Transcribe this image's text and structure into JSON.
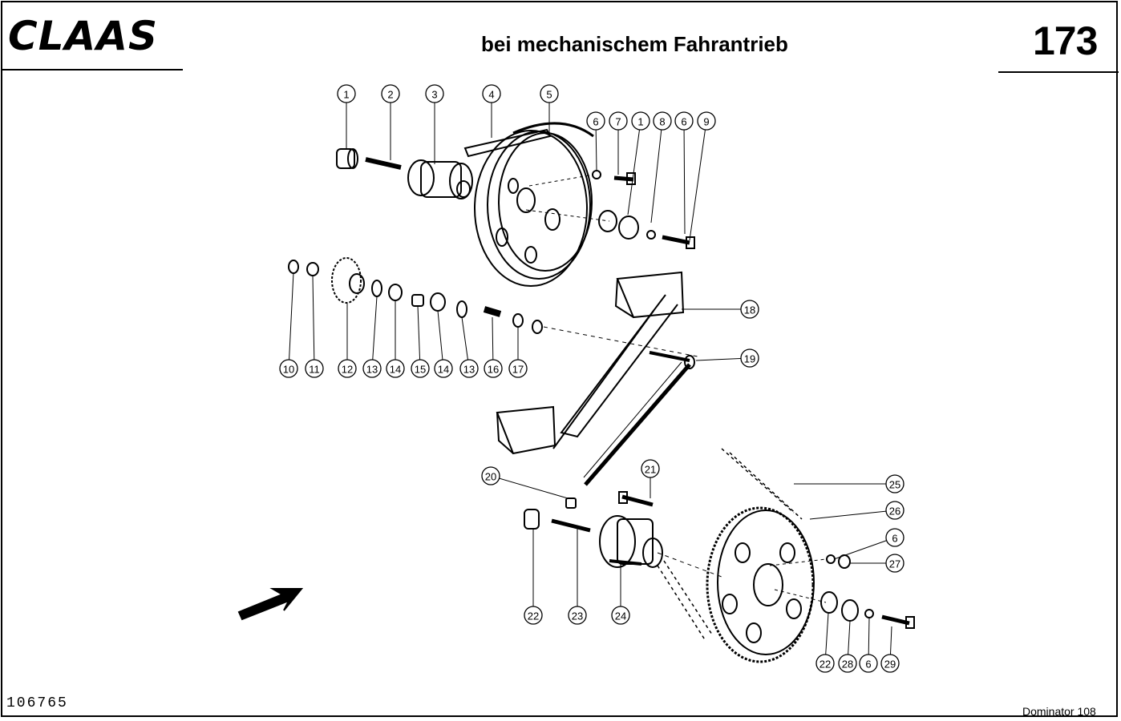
{
  "header": {
    "logo_text": "CLAAS",
    "title": "bei mechanischem Fahrantrieb",
    "page_number": "173"
  },
  "footer": {
    "doc_number": "106765",
    "model": "Dominator 108"
  },
  "callouts": [
    "1",
    "2",
    "3",
    "4",
    "5",
    "6",
    "7",
    "1",
    "8",
    "6",
    "9",
    "10",
    "11",
    "12",
    "13",
    "14",
    "15",
    "14",
    "13",
    "16",
    "17",
    "18",
    "19",
    "20",
    "21",
    "22",
    "23",
    "24",
    "25",
    "26",
    "6",
    "27",
    "22",
    "28",
    "6",
    "29"
  ]
}
